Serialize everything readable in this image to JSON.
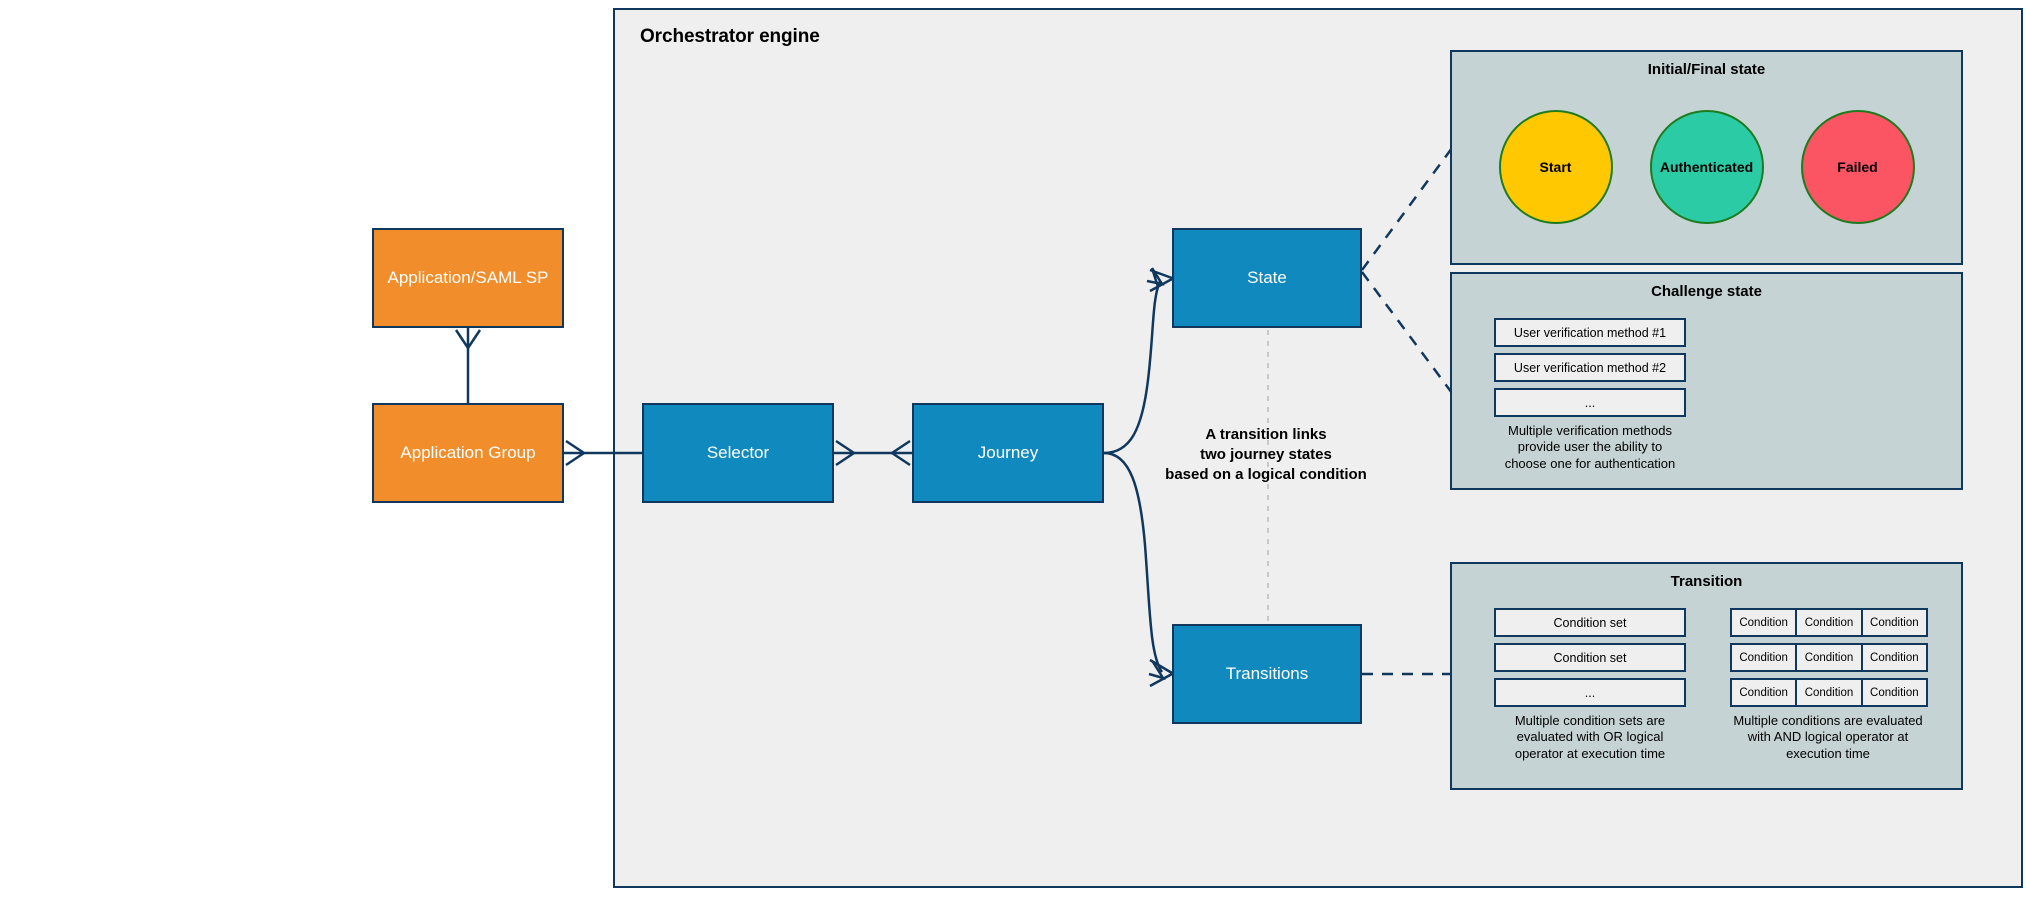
{
  "diagram": {
    "container": {
      "title": "Orchestrator engine"
    },
    "entities": [
      {
        "id": "app-saml",
        "label": "Application/SAML SP",
        "color": "#F18D2A"
      },
      {
        "id": "app-group",
        "label": "Application Group",
        "color": "#F18D2A"
      },
      {
        "id": "selector",
        "label": "Selector",
        "color": "#1089BE"
      },
      {
        "id": "journey",
        "label": "Journey",
        "color": "#1089BE"
      },
      {
        "id": "state",
        "label": "State",
        "color": "#1089BE"
      },
      {
        "id": "transitions",
        "label": "Transitions",
        "color": "#1089BE"
      }
    ],
    "note": "A transition links\ntwo journey states\nbased on a logical condition",
    "note_lines": [
      "A transition links",
      "two journey states",
      "based on a logical condition"
    ],
    "panels": {
      "initial_final": {
        "title": "Initial/Final state",
        "circles": [
          {
            "label": "Start",
            "fill": "#FFC800",
            "stroke": "#1E7B1E"
          },
          {
            "label": "Authenticated",
            "fill": "#2BCBA5",
            "stroke": "#1E7B1E"
          },
          {
            "label": "Failed",
            "fill": "#FB5463",
            "stroke": "#1E7B1E"
          }
        ]
      },
      "challenge_state": {
        "title": "Challenge state",
        "items": [
          "User verification method #1",
          "User verification method #2",
          "..."
        ],
        "caption_lines": [
          "Multiple verification methods",
          "provide user the ability to",
          "choose one for authentication"
        ]
      },
      "transition": {
        "title": "Transition",
        "condition_sets": [
          "Condition set",
          "Condition set",
          "..."
        ],
        "condition_sets_caption_lines": [
          "Multiple condition sets are",
          "evaluated with OR logical",
          "operator at execution time"
        ],
        "conditions_grid": [
          [
            "Condition",
            "Condition",
            "Condition"
          ],
          [
            "Condition",
            "Condition",
            "Condition"
          ],
          [
            "Condition",
            "Condition",
            "Condition"
          ]
        ],
        "conditions_caption_lines": [
          "Multiple conditions are evaluated",
          "with AND logical operator at",
          "execution time"
        ]
      }
    },
    "colors": {
      "canvas": "#EFEFEF",
      "outside": "#FFFFFF",
      "line": "#10385F",
      "panel_fill": "#C6D3D4",
      "item_fill": "#EFEFEF",
      "dashed_guide": "#C8C8C8"
    }
  }
}
